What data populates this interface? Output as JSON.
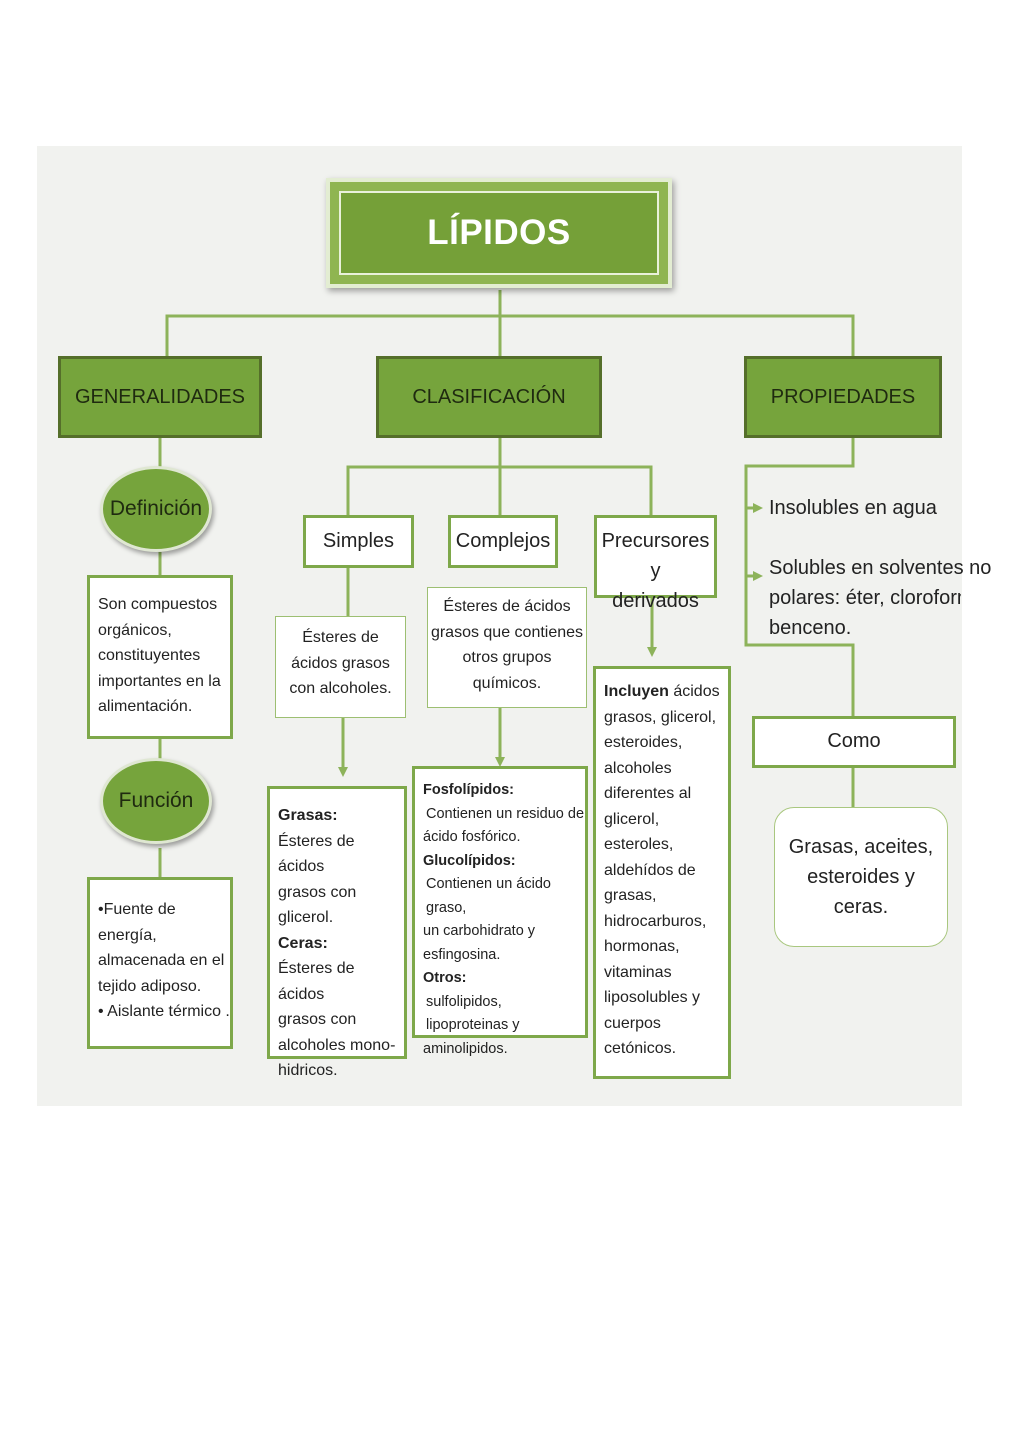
{
  "title": "LÍPIDOS",
  "headers": {
    "generalidades": "GENERALIDADES",
    "clasificacion": "CLASIFICACIÓN",
    "propiedades": "PROPIEDADES"
  },
  "generalidades": {
    "definicion_label": "Definición",
    "definicion_text": [
      "Son compuestos",
      "orgánicos,",
      "constituyentes",
      "importantes en la",
      "alimentación."
    ],
    "funcion_label": "Función",
    "funcion_text": [
      "•Fuente de",
      "energía,",
      "almacenada en el",
      "tejido adiposo.",
      "• Aislante térmico ."
    ]
  },
  "clasificacion": {
    "simples_label": "Simples",
    "simples_desc": [
      "Ésteres de",
      "ácidos grasos",
      "con alcoholes."
    ],
    "simples_detail": {
      "grasas_title": "Grasas:",
      "grasas_text": [
        "Ésteres de ácidos",
        "grasos con",
        "glicerol."
      ],
      "ceras_title": "Ceras:",
      "ceras_text": [
        "Ésteres de ácidos",
        "grasos con",
        "alcoholes mono-",
        "hidricos."
      ]
    },
    "complejos_label": "Complejos",
    "complejos_desc": [
      "Ésteres de ácidos",
      "grasos que contienes",
      "otros grupos",
      "químicos."
    ],
    "complejos_detail": {
      "fosfo_title": "Fosfolípidos:",
      "fosfo_text": [
        "Contienen un residuo de",
        "ácido fosfórico."
      ],
      "gluco_title": "Glucolípidos:",
      "gluco_text": [
        "Contienen un ácido graso,",
        "un carbohidrato y",
        "esfingosina."
      ],
      "otros_title": "Otros:",
      "otros_text": [
        "sulfolipidos, lipoproteinas y",
        "aminolipidos."
      ]
    },
    "precursores_label": [
      "Precursores y",
      "derivados"
    ],
    "precursores_detail": {
      "lead_bold": "Incluyen",
      "lead_rest": " ácidos",
      "lines": [
        "grasos, glicerol,",
        "esteroides,",
        "alcoholes",
        "diferentes al",
        "glicerol,",
        "esteroles,",
        "aldehídos de",
        "grasas,",
        "hidrocarburos,",
        "hormonas,",
        "vitaminas",
        "liposolubles y",
        "cuerpos",
        "cetónicos."
      ]
    }
  },
  "propiedades": {
    "insolubles": "Insolubles en agua",
    "solubles": [
      "Solubles en solventes no",
      "polares: éter, cloroformo y",
      "benceno."
    ],
    "como_label": "Como",
    "como_text": [
      "Grasas, aceites,",
      "esteroides y",
      "ceras."
    ]
  },
  "colors": {
    "green_dark": "#76a43c",
    "green_line": "#8db35a",
    "panel_bg": "#f1f2ef"
  }
}
